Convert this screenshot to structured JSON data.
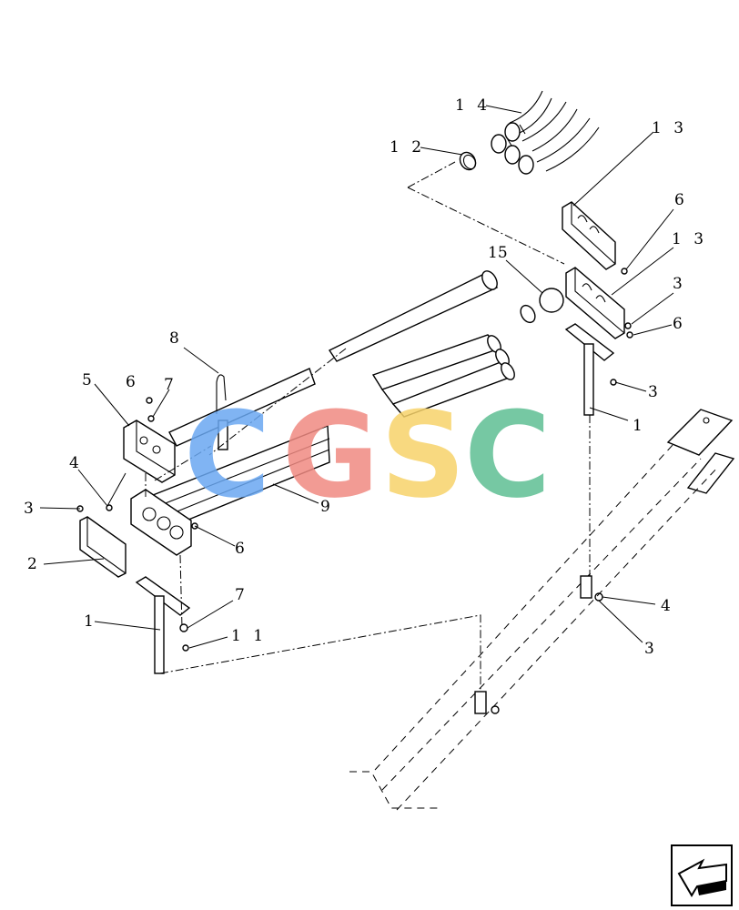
{
  "callouts": {
    "c14": "1 4",
    "c12": "1 2",
    "c13a": "1 3",
    "c6a": "6",
    "c13b": "1 3",
    "c15": "15",
    "c3a": "3",
    "c6b": "6",
    "c3b": "3",
    "c1a": "1",
    "c8": "8",
    "c5": "5",
    "c6c": "6",
    "c7a": "7",
    "c4a": "4",
    "c3c": "3",
    "c9": "9",
    "c6d": "6",
    "c2": "2",
    "c7b": "7",
    "c1b": "1",
    "c11": "1 1",
    "c4b": "4",
    "c3d": "3"
  },
  "watermark": {
    "letters": [
      "C",
      "G",
      "S",
      "C"
    ],
    "colors": [
      "#6aa8f2",
      "#f08a82",
      "#f7d36a",
      "#5fbf93"
    ]
  },
  "nav_icon": "arrow-back-icon"
}
